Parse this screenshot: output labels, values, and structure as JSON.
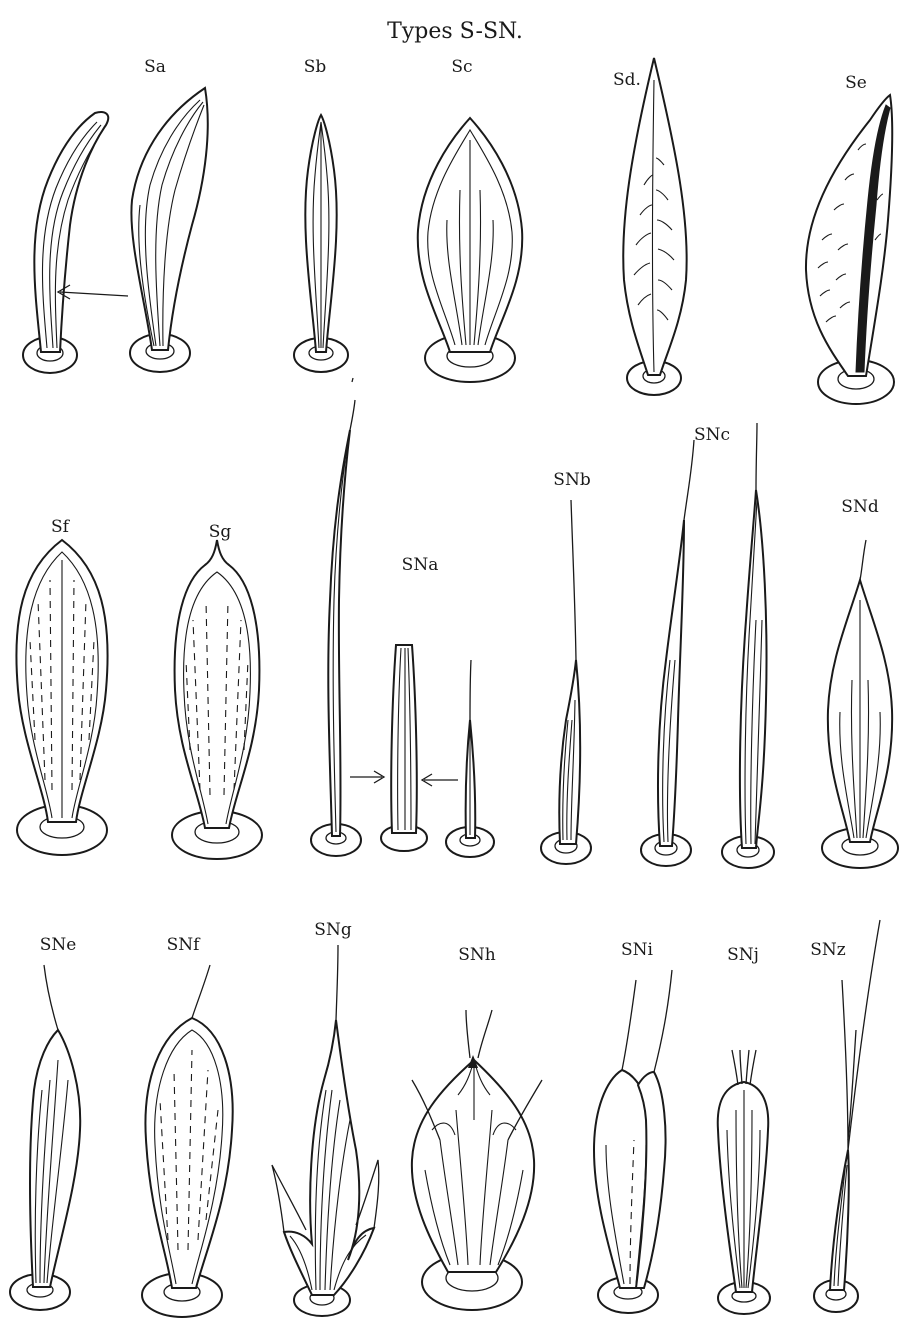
{
  "title": "Types S-SN.",
  "labels": {
    "sa": "Sa",
    "sb": "Sb",
    "sc": "Sc",
    "sd": "Sd.",
    "se": "Se",
    "sf": "Sf",
    "sg": "Sg",
    "sna": "SNa",
    "snb": "SNb",
    "snc": "SNc",
    "snd": "SNd",
    "sne": "SNe",
    "snf": "SNf",
    "sng": "SNg",
    "snh": "SNh",
    "sni": "SNi",
    "snj": "SNj",
    "snz": "SNz"
  },
  "colors": {
    "ink": "#1a1a1a",
    "paper": "#ffffff"
  }
}
